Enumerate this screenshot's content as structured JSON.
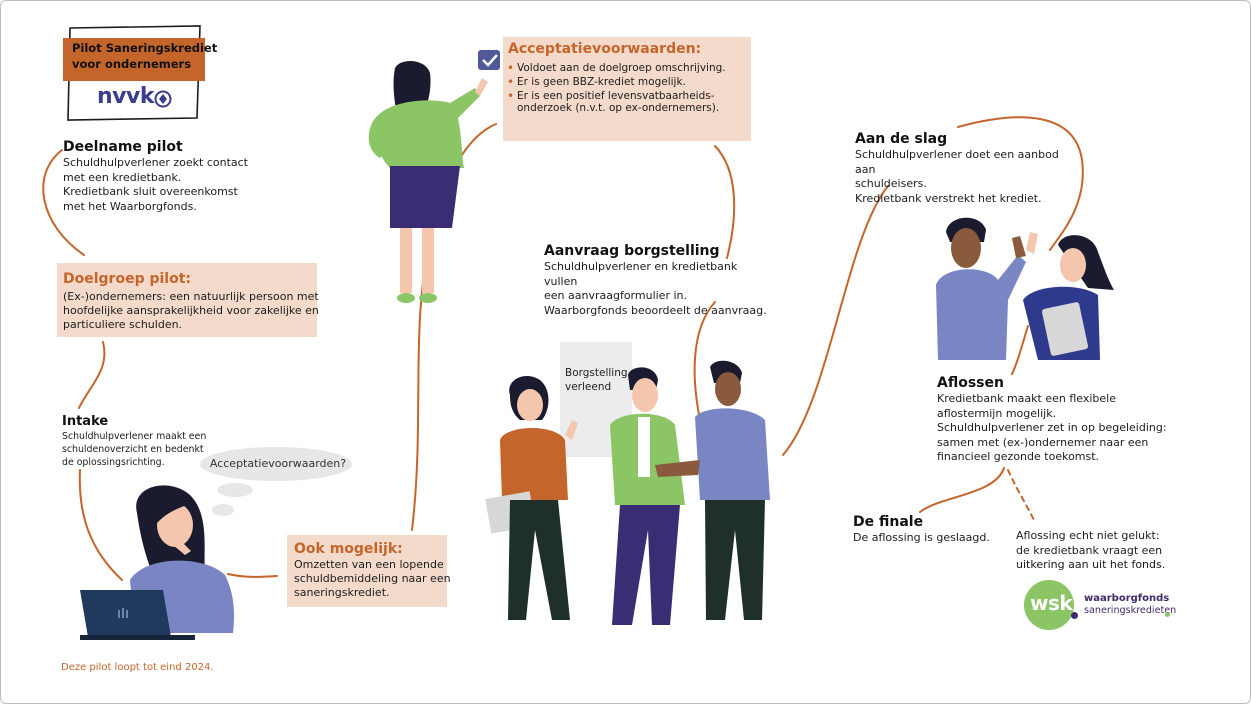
{
  "logo": {
    "line1": "Pilot Saneringskrediet",
    "line2": "voor ondernemers",
    "brand": "nvvk"
  },
  "deelname": {
    "title": "Deelname pilot",
    "lines": [
      "Schuldhulpverlener zoekt contact",
      "met een kredietbank.",
      "Kredietbank sluit overeenkomst",
      "met het Waarborgfonds."
    ]
  },
  "doelgroep": {
    "title": "Doelgroep pilot:",
    "lines": [
      "(Ex-)ondernemers: een natuurlijk persoon met",
      "hoofdelijke aansprakelijkheid voor zakelijke en",
      "particuliere schulden."
    ]
  },
  "intake": {
    "title": "Intake",
    "lines": [
      "Schuldhulpverlener maakt een",
      "schuldenoverzicht en bedenkt",
      "de oplossingsrichting."
    ]
  },
  "thought": {
    "text": "Acceptatievoorwaarden?"
  },
  "ook": {
    "title": "Ook mogelijk:",
    "lines": [
      "Omzetten van een lopende",
      "schuldbemiddeling naar een",
      "saneringskrediet."
    ]
  },
  "acceptatie": {
    "title": "Acceptatievoorwaarden:",
    "items": [
      "Voldoet aan de doelgroep omschrijving.",
      "Er is geen BBZ-krediet mogelijk.",
      "Er is een positief levensvatbaarheids-"
    ],
    "continuation": "onderzoek (n.v.t. op ex-ondernemers)."
  },
  "aanvraag": {
    "title": "Aanvraag borgstelling",
    "lines": [
      "Schuldhulpverlener en kredietbank vullen",
      "een aanvraagformulier in.",
      "Waarborgfonds beoordeelt de aanvraag."
    ]
  },
  "sign": {
    "line1": "Borgstelling",
    "line2": "verleend"
  },
  "slag": {
    "title": "Aan de slag",
    "lines": [
      "Schuldhulpverlener doet een aanbod aan",
      "schuldeisers.",
      "Kredietbank verstrekt het krediet."
    ]
  },
  "aflossen": {
    "title": "Aflossen",
    "lines": [
      "Kredietbank maakt een flexibele",
      "aflostermijn mogelijk.",
      "Schuldhulpverlener zet in op begeleiding:",
      "samen met (ex-)ondernemer naar een",
      "financieel gezonde toekomst."
    ]
  },
  "finale": {
    "title": "De finale",
    "lines": [
      "De aflossing is geslaagd."
    ]
  },
  "mislukt": {
    "lines": [
      "Aflossing echt niet gelukt:",
      "de kredietbank vraagt een",
      "uitkering aan uit het fonds."
    ]
  },
  "wsk": {
    "mark": "wsk",
    "line1": "waarborgfonds",
    "line2": "saneringskredieten"
  },
  "footer": {
    "text": "Deze pilot loopt tot eind 2024."
  },
  "colors": {
    "accent": "#c4652b",
    "box": "#f4dacb",
    "green": "#7cb95b",
    "purple": "#3f2a6b"
  }
}
